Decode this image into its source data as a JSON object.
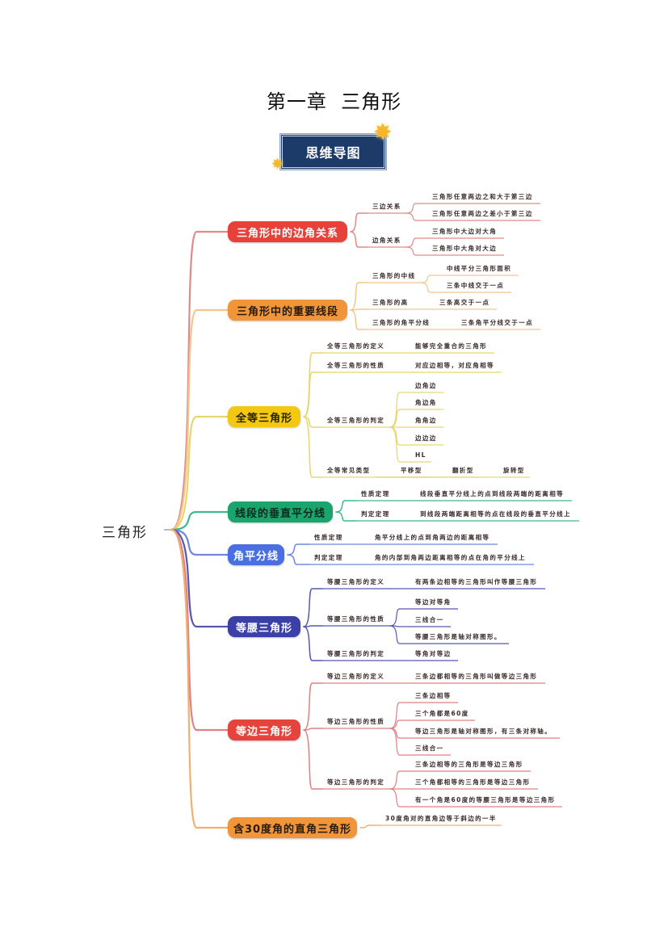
{
  "title": "第一章  三角形",
  "banner": "思维导图",
  "root": "三角形",
  "colors": {
    "banner_bg": "#1d3b69",
    "star": "#f4b62a"
  },
  "branches": [
    {
      "label": "三角形中的边角关系",
      "color": "#e8413a",
      "line": "#e08a8a",
      "text": "#ffffff",
      "children": [
        {
          "label": "三边关系",
          "children": [
            "三角形任意两边之和大于第三边",
            "三角形任意两边之差小于第三边"
          ]
        },
        {
          "label": "边角关系",
          "children": [
            "三角形中大边对大角",
            "三角形中大角对大边"
          ]
        }
      ]
    },
    {
      "label": "三角形中的重要线段",
      "color": "#f0953a",
      "line": "#f3c690",
      "text": "#2a1a0a",
      "children": [
        {
          "label": "三角形的中线",
          "children": [
            "中线平分三角形面积",
            "三条中线交于一点"
          ]
        },
        {
          "label": "三角形的高",
          "children": [
            "三条高交于一点"
          ]
        },
        {
          "label": "三角形的角平分线",
          "children": [
            "三条角平分线交于一点"
          ]
        }
      ]
    },
    {
      "label": "全等三角形",
      "color": "#f2c811",
      "line": "#e6d670",
      "text": "#2a2200",
      "children": [
        {
          "label": "全等三角形的定义",
          "children": [
            "能够完全重合的三角形"
          ]
        },
        {
          "label": "全等三角形的性质",
          "children": [
            "对应边相等，对应角相等"
          ]
        },
        {
          "label": "全等三角形的判定",
          "children": [
            "边角边",
            "角边角",
            "角角边",
            "边边边",
            "HL"
          ]
        },
        {
          "label": "全等常见类型",
          "children": [
            "平移型",
            "翻折型",
            "旋转型"
          ]
        }
      ]
    },
    {
      "label": "线段的垂直平分线",
      "color": "#1aa56f",
      "line": "#3dbb8c",
      "text": "#0e2a1c",
      "children": [
        {
          "label": "性质定理",
          "children": [
            "线段垂直平分线上的点到线段两端的距离相等"
          ]
        },
        {
          "label": "判定定理",
          "children": [
            "到线段两端距离相等的点在线段的垂直平分线上"
          ]
        }
      ]
    },
    {
      "label": "角平分线",
      "color": "#4a6fe0",
      "line": "#7086e0",
      "text": "#ffffff",
      "children": [
        {
          "label": "性质定理",
          "children": [
            "角平分线上的点到角两边的距离相等"
          ]
        },
        {
          "label": "判定定理",
          "children": [
            "角的内部到角两边距离相等的点在角的平分线上"
          ]
        }
      ]
    },
    {
      "label": "等腰三角形",
      "color": "#3b3fa8",
      "line": "#5558ad",
      "text": "#ffffff",
      "children": [
        {
          "label": "等腰三角形的定义",
          "children": [
            "有两条边相等的三角形叫作等腰三角形"
          ]
        },
        {
          "label": "等腰三角形的性质",
          "children": [
            "等边对等角",
            "三线合一",
            "等腰三角形是轴对称图形。"
          ]
        },
        {
          "label": "等腰三角形的判定",
          "children": [
            "等角对等边"
          ]
        }
      ]
    },
    {
      "label": "等边三角形",
      "color": "#e5433b",
      "line": "#e07f86",
      "text": "#ffffff",
      "children": [
        {
          "label": "等边三角形的定义",
          "children": [
            "三条边都相等的三角形叫做等边三角形"
          ]
        },
        {
          "label": "等边三角形的性质",
          "children": [
            "三条边相等",
            "三个角都是60度",
            "等边三角形是轴对称图形，有三条对称轴。",
            "三线合一"
          ]
        },
        {
          "label": "等边三角形的判定",
          "children": [
            "三条边相等的三角形是等边三角形",
            "三个角都相等的三角形是等边三角形",
            "有一个角是60度的等腰三角形是等边三角形"
          ]
        }
      ]
    },
    {
      "label": "含30度角的直角三角形",
      "color": "#f0953a",
      "line": "#f2b070",
      "text": "#2a1a0a",
      "children": [
        {
          "label": "30度角对的直角边等于斜边的一半",
          "children": []
        }
      ]
    }
  ]
}
